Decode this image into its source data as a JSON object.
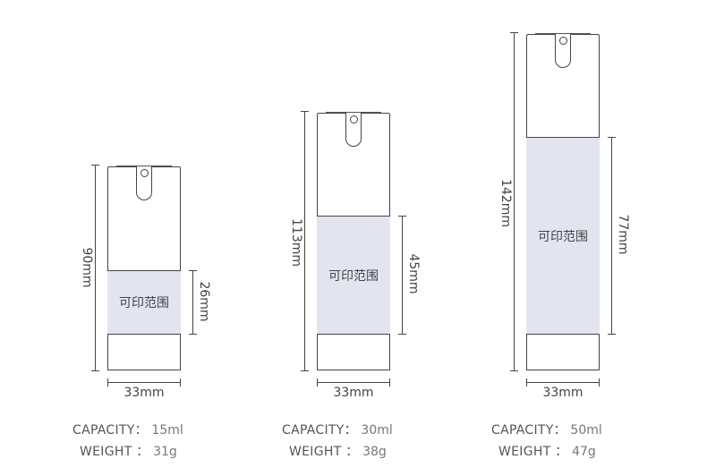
{
  "print_area_label": "可印范围",
  "bottles": [
    {
      "height_label": "90mm",
      "print_height_label": "26mm",
      "width_label": "33mm",
      "capacity_key": "CAPACITY：",
      "capacity": "15ml",
      "weight_key": "WEIGHT ：",
      "weight": "31g"
    },
    {
      "height_label": "113mm",
      "print_height_label": "45mm",
      "width_label": "33mm",
      "capacity_key": "CAPACITY：",
      "capacity": "30ml",
      "weight_key": "WEIGHT ：",
      "weight": "38g"
    },
    {
      "height_label": "142mm",
      "print_height_label": "77mm",
      "width_label": "33mm",
      "capacity_key": "CAPACITY：",
      "capacity": "50ml",
      "weight_key": "WEIGHT ：",
      "weight": "47g"
    }
  ]
}
